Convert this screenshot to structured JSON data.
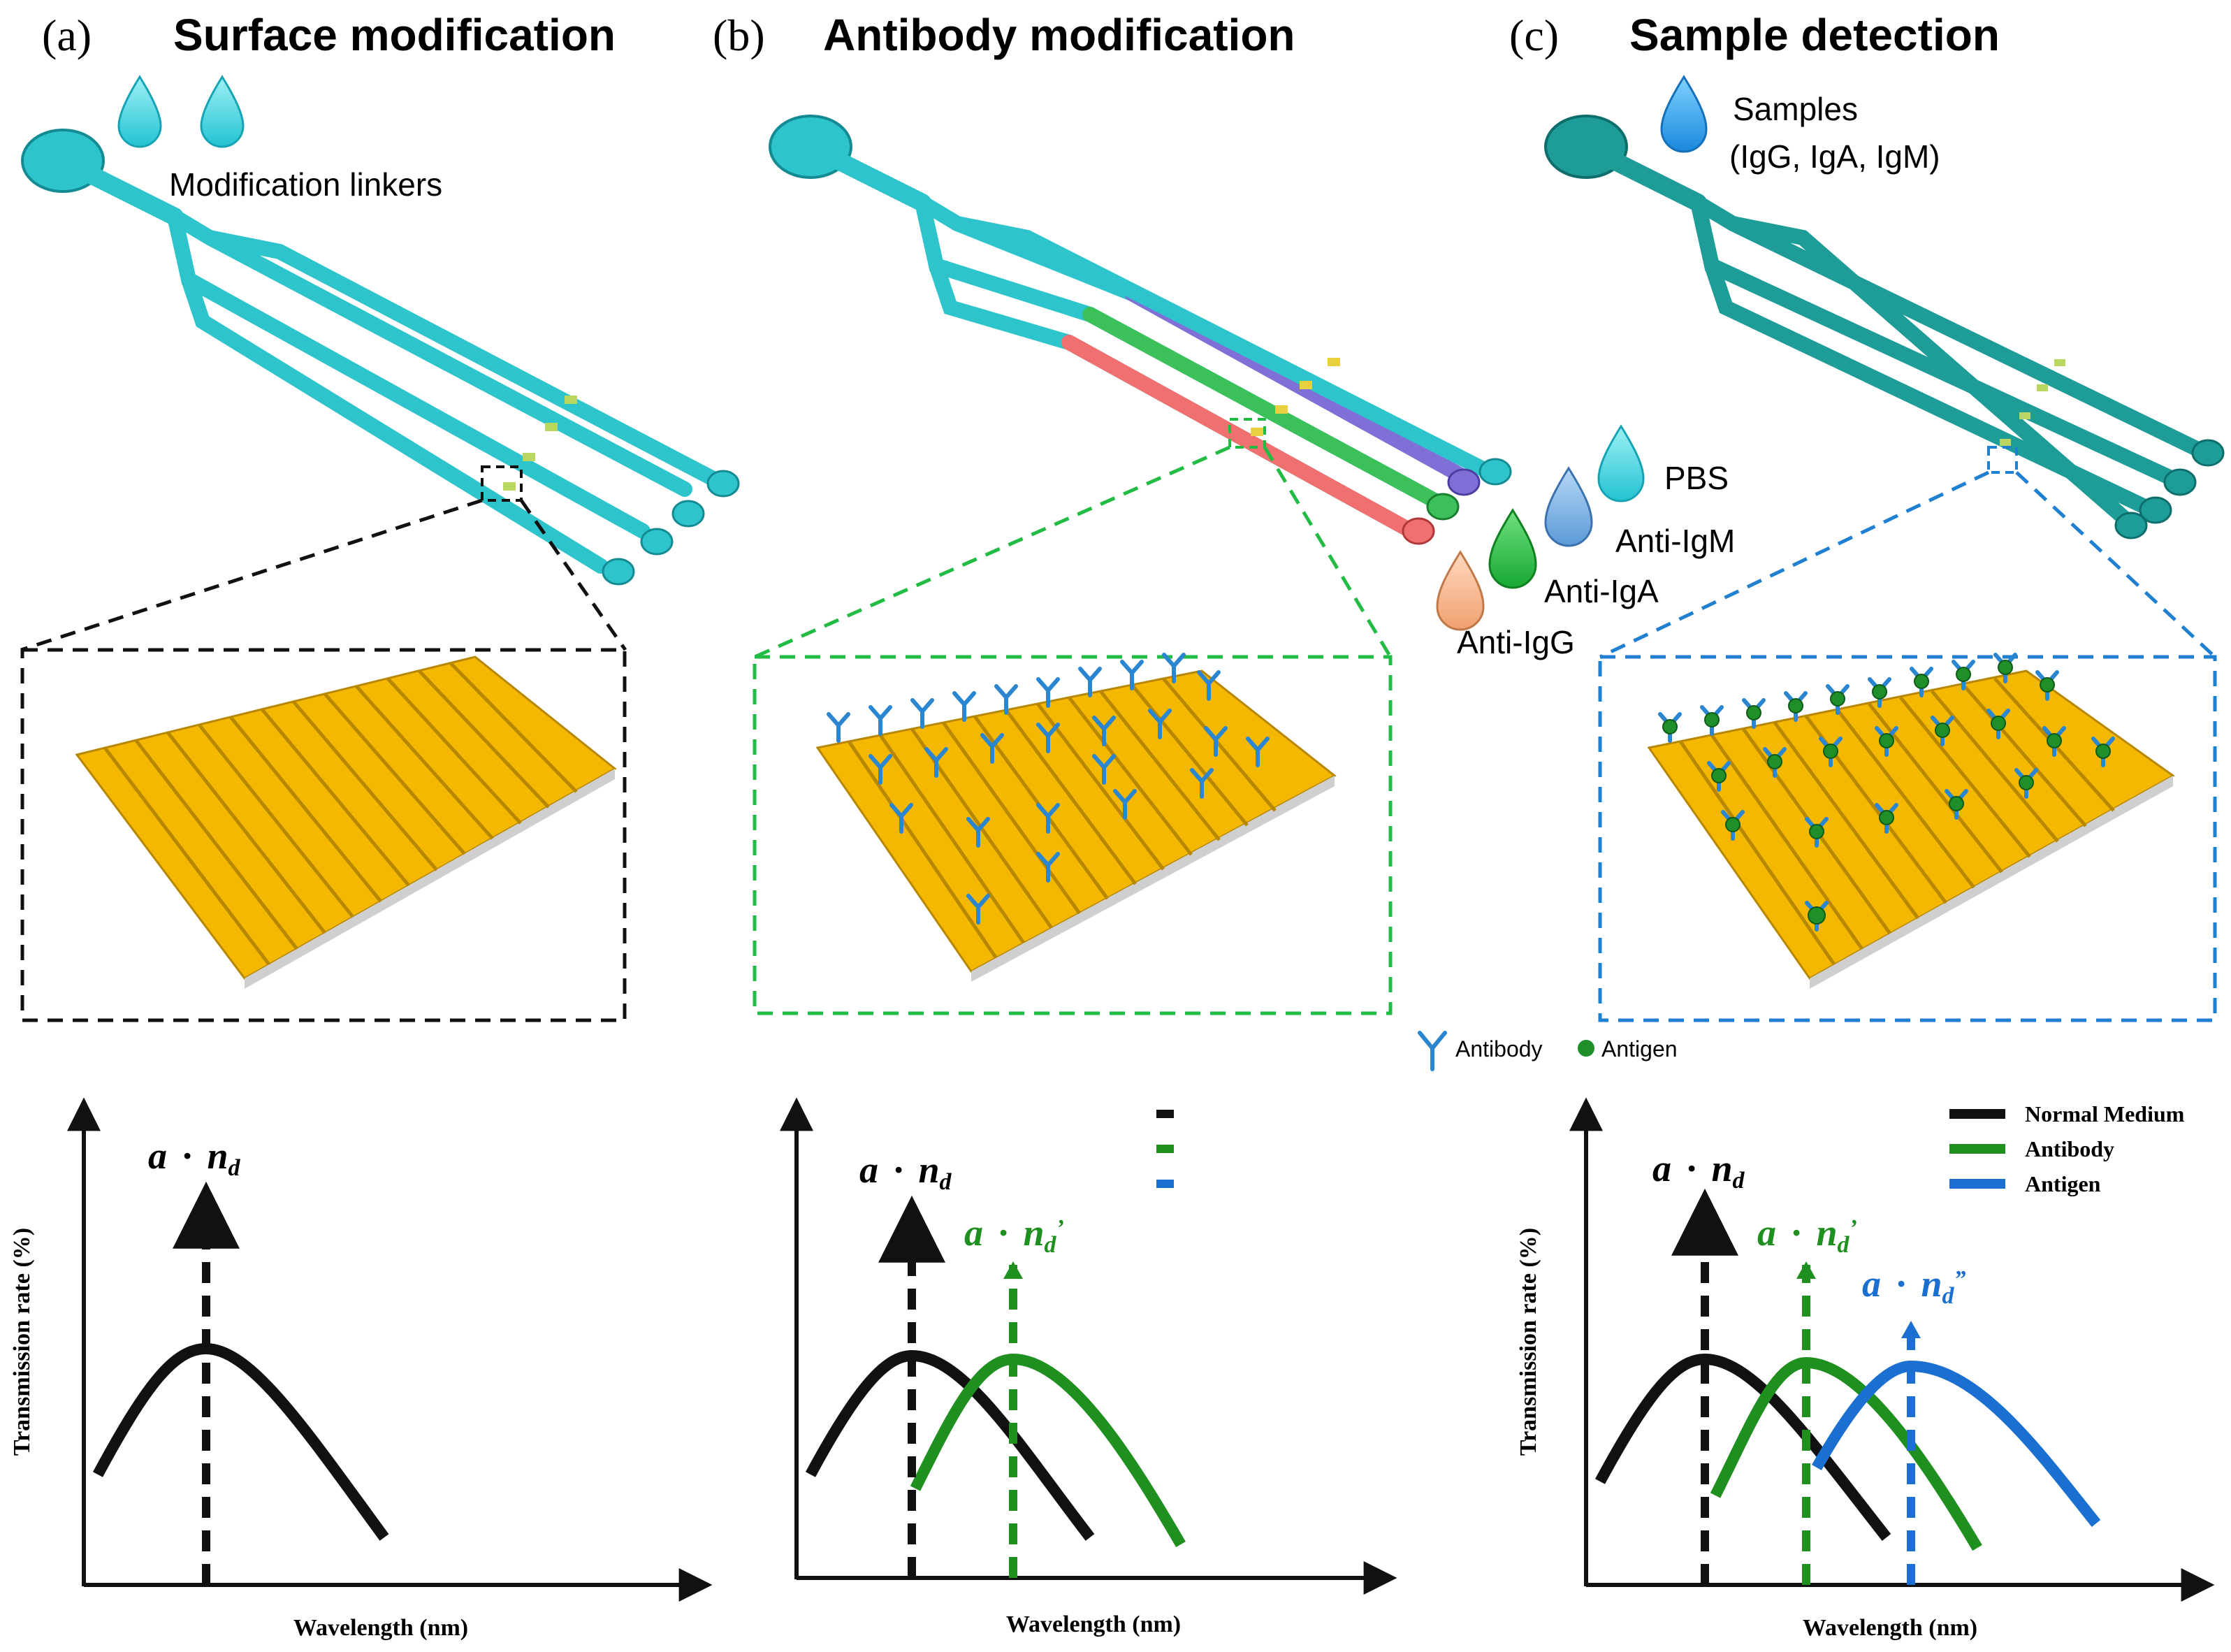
{
  "panels": [
    {
      "letter": "(a)",
      "title": "Surface modification"
    },
    {
      "letter": "(b)",
      "title": "Antibody modification"
    },
    {
      "letter": "(c)",
      "title": "Sample detection"
    }
  ],
  "drops": {
    "linkers": "Modification linkers",
    "samples_line1": "Samples",
    "samples_line2": "(IgG, IgA, IgM)",
    "pbs": "PBS",
    "anti_igm": "Anti-IgM",
    "anti_iga": "Anti-IgA",
    "anti_igg": "Anti-IgG"
  },
  "key": {
    "antibody": "Antibody",
    "antigen": "Antigen"
  },
  "charts": {
    "ylabel": "Transmission rate (%)",
    "xlabel": "Wavelength (nm)",
    "peak_label_a": "a",
    "peak_label_b": "a",
    "peak_label_c": "a",
    "dot": "·",
    "n": "n",
    "sub_d": "d",
    "prime": "’",
    "dprime": "”",
    "legend": {
      "normal": "Normal Medium",
      "antibody": "Antibody",
      "antigen": "Antigen"
    }
  },
  "colors": {
    "chip_cyan": "#2ec4cc",
    "chip_teal": "#1e9c98",
    "gold": "#f5b800",
    "black_line": "#111111",
    "green_line": "#1f8f1f",
    "blue_line": "#1a6fd0",
    "green_dash_box": "#22bb44",
    "blue_dash_box": "#1f7fd0",
    "purple_channel": "#7f6fd6",
    "green_channel": "#3cc05a",
    "red_channel": "#f07070",
    "antigen": "#1f8f2a"
  }
}
